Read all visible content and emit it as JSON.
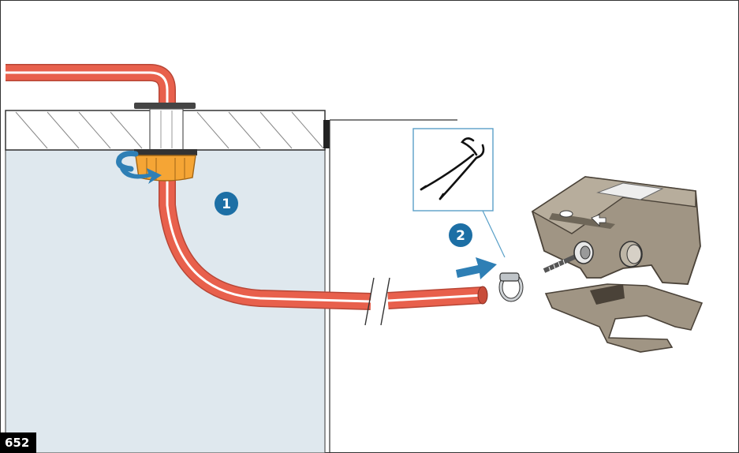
{
  "figure": {
    "number": "652"
  },
  "steps": [
    {
      "number": "1"
    },
    {
      "number": "2"
    }
  ],
  "colors": {
    "hose": "#e8604c",
    "hose_stripe": "#ffffff",
    "tank_fill": "#dfe8ee",
    "nut": "#f5a535",
    "arrow": "#2e7fb5",
    "badge": "#1d6fa5",
    "machine": "#a09584",
    "callout_border": "#5aa0c8"
  },
  "icons": [
    "rotate-arrow-icon",
    "push-arrow-icon",
    "pliers-icon",
    "hose-clamp-icon"
  ]
}
